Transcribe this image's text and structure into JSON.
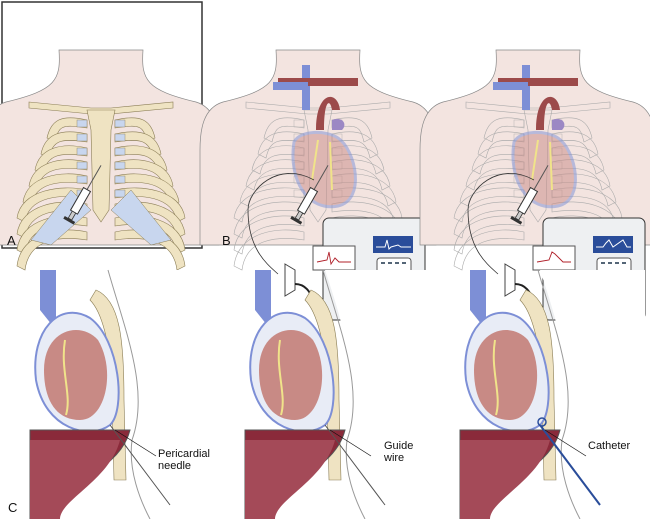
{
  "panels": {
    "a": "A",
    "b": "B",
    "c": "C"
  },
  "labels": {
    "needle_line1": "Pericardial",
    "needle_line2": "needle",
    "guide_line1": "Guide",
    "guide_line2": "wire",
    "catheter": "Catheter"
  },
  "colors": {
    "skin": "#f3e4e0",
    "bone": "#efe3c2",
    "cartilage": "#c8d6ee",
    "vein": "#7d8fd6",
    "artery": "#9c4a4a",
    "heart": "#c88a85",
    "monitor_screen": "#2a4d9a",
    "trace_red": "#b0202a"
  }
}
